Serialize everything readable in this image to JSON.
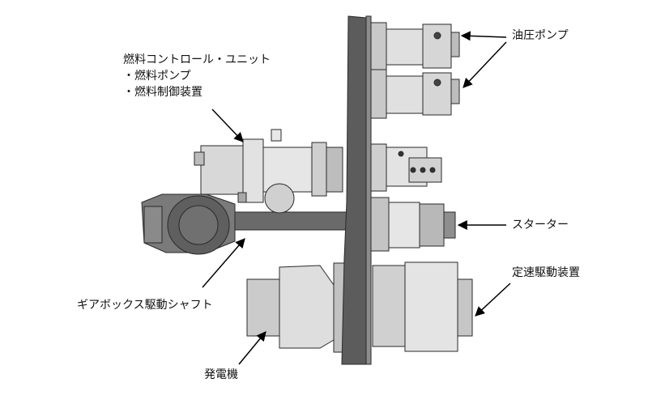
{
  "labels": {
    "hydraulic_pump": "油圧ポンプ",
    "fuel_control_unit": "燃料コントロール・ユニット",
    "fuel_pump": "・燃料ポンプ",
    "fuel_control_device": "・燃料制御装置",
    "starter": "スターター",
    "constant_speed_drive": "定速駆動装置",
    "gearbox_drive_shaft": "ギアボックス駆動シャフト",
    "generator": "発電機"
  },
  "colors": {
    "body_light": "#e4e4e4",
    "body_mid": "#c6c6c6",
    "body_dark": "#7f7f7f",
    "shaft_dark": "#6a6a6a",
    "gearbox_plate": "#5c5c5c",
    "outline": "#2a2a2a",
    "leader": "#000000"
  }
}
